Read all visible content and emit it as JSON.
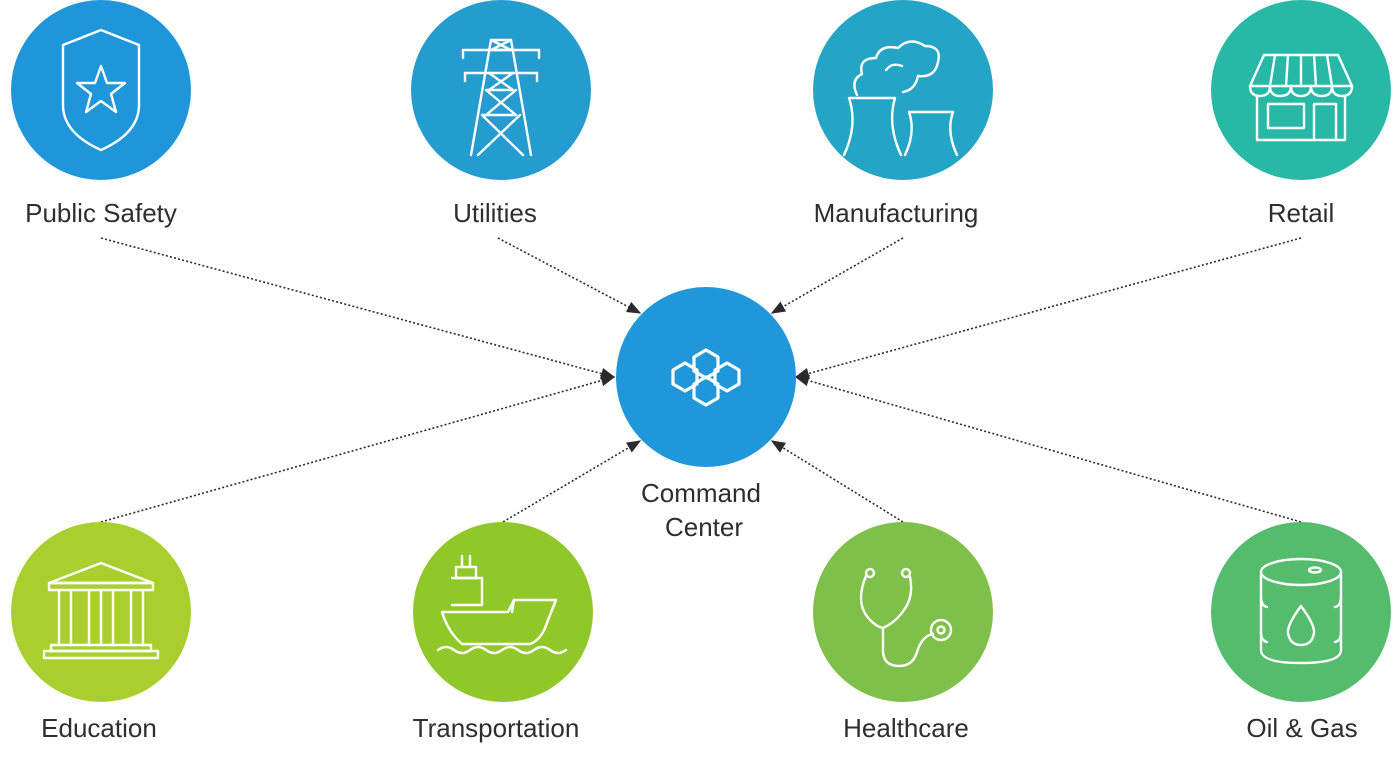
{
  "center": {
    "line1": "Command",
    "line2": "Center",
    "icon": "hexagon-cluster-icon",
    "color": "#1f97d8"
  },
  "nodes": [
    {
      "id": "public-safety",
      "label": "Public Safety",
      "icon": "shield-star-icon",
      "color": "#1f96da"
    },
    {
      "id": "utilities",
      "label": "Utilities",
      "icon": "power-tower-icon",
      "color": "#249ccf"
    },
    {
      "id": "manufacturing",
      "label": "Manufacturing",
      "icon": "factory-cooling-towers-icon",
      "color": "#25a5c5"
    },
    {
      "id": "retail",
      "label": "Retail",
      "icon": "storefront-icon",
      "color": "#27b8a6"
    },
    {
      "id": "education",
      "label": "Education",
      "icon": "classical-building-icon",
      "color": "#a9cf2f"
    },
    {
      "id": "transportation",
      "label": "Transportation",
      "icon": "cargo-ship-icon",
      "color": "#90c82a"
    },
    {
      "id": "healthcare",
      "label": "Healthcare",
      "icon": "stethoscope-icon",
      "color": "#7ec04a"
    },
    {
      "id": "oil-gas",
      "label": "Oil & Gas",
      "icon": "oil-barrel-icon",
      "color": "#55bc6e"
    }
  ],
  "connector_color": "#2b2b2b"
}
